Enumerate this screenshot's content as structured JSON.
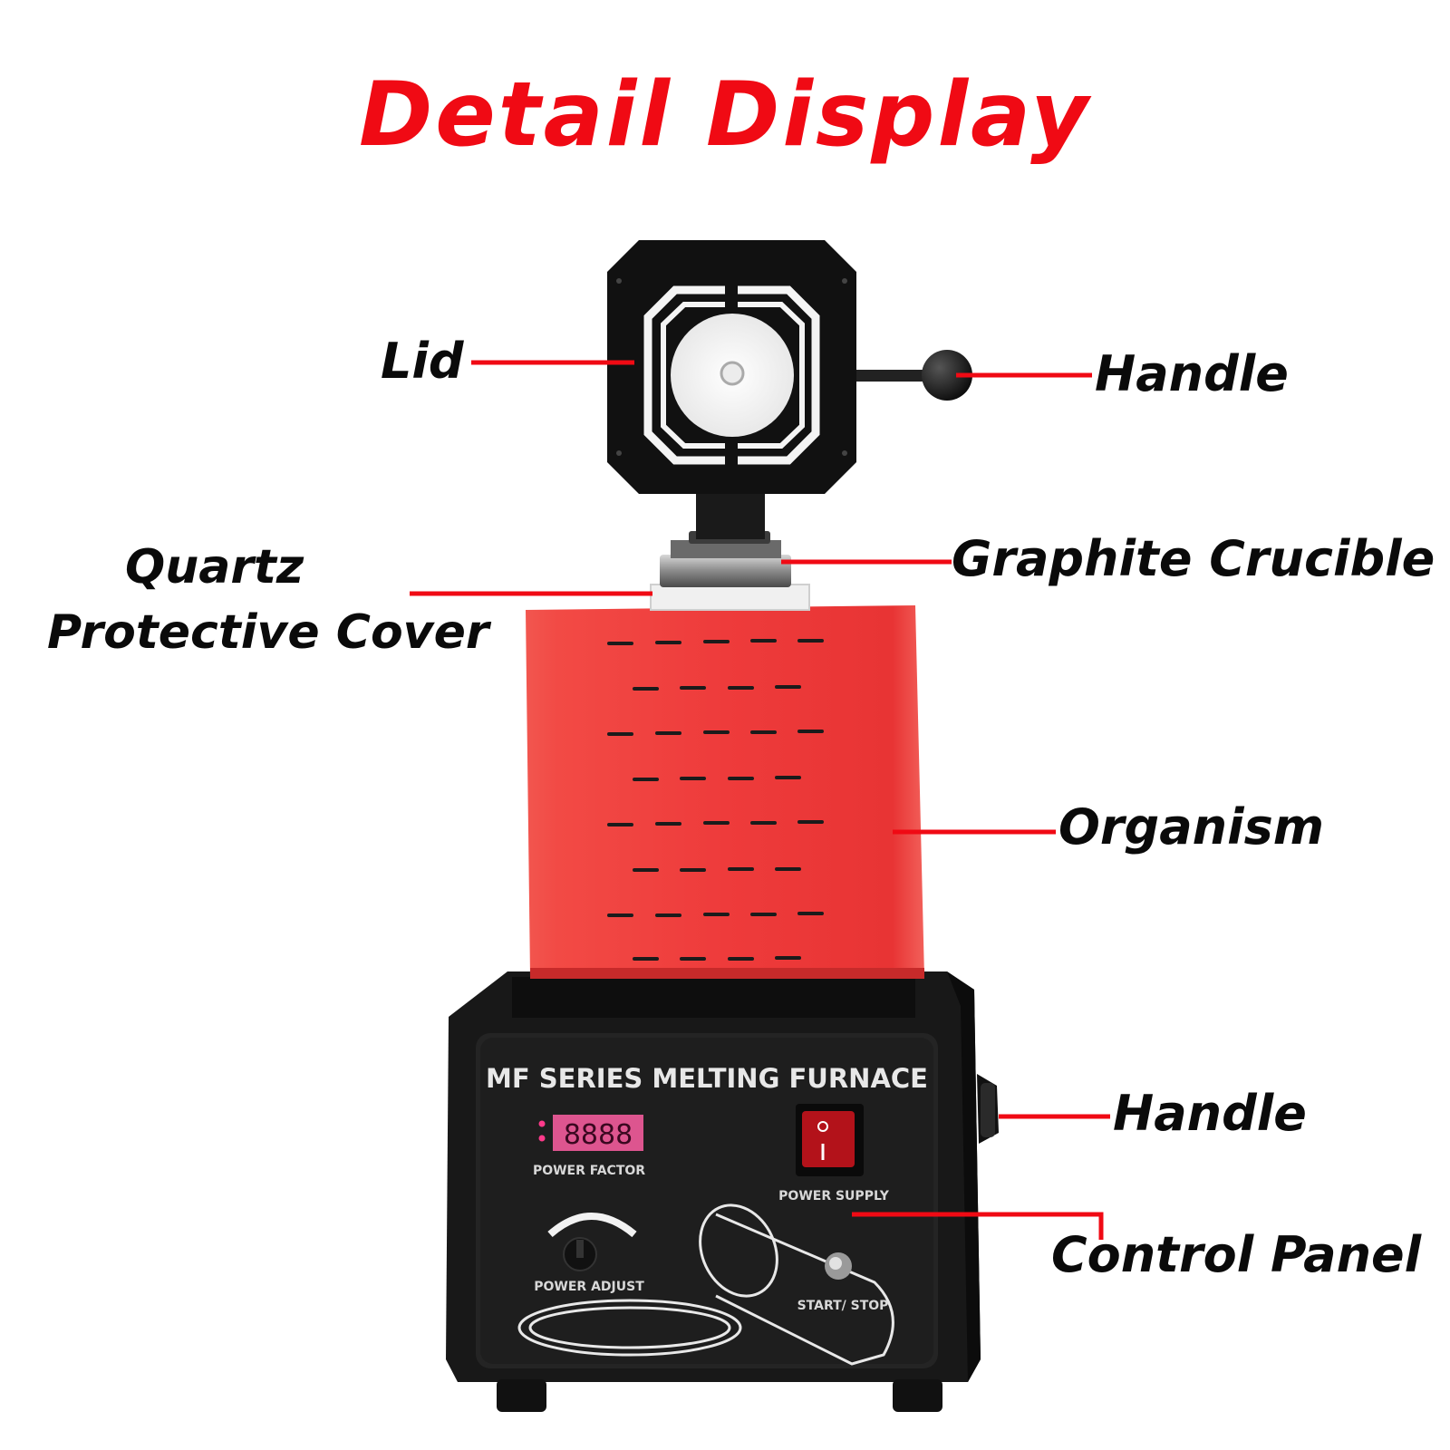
{
  "title": "Detail Display",
  "labels": {
    "lid": "Lid",
    "handle_top": "Handle",
    "quartz_line1": "Quartz",
    "quartz_line2": "Protective Cover",
    "graphite": "Graphite Crucible",
    "organism": "Organism",
    "handle_side": "Handle",
    "control_panel": "Control Panel"
  },
  "panel": {
    "brand": "MF SERIES MELTING FURNACE",
    "display": "8888",
    "power_factor": "POWER FACTOR",
    "power_supply": "POWER SUPPLY",
    "power_adjust": "POWER ADJUST",
    "start_stop": "START/ STOP"
  },
  "colors": {
    "title": "#f00a14",
    "leader_line": "#f00a14",
    "body_red": "#ef3a3a",
    "base_black": "#1a1a1a"
  },
  "icons": [
    "knob-icon",
    "power-switch-icon",
    "start-stop-button-icon",
    "crucible-outline-icon"
  ]
}
